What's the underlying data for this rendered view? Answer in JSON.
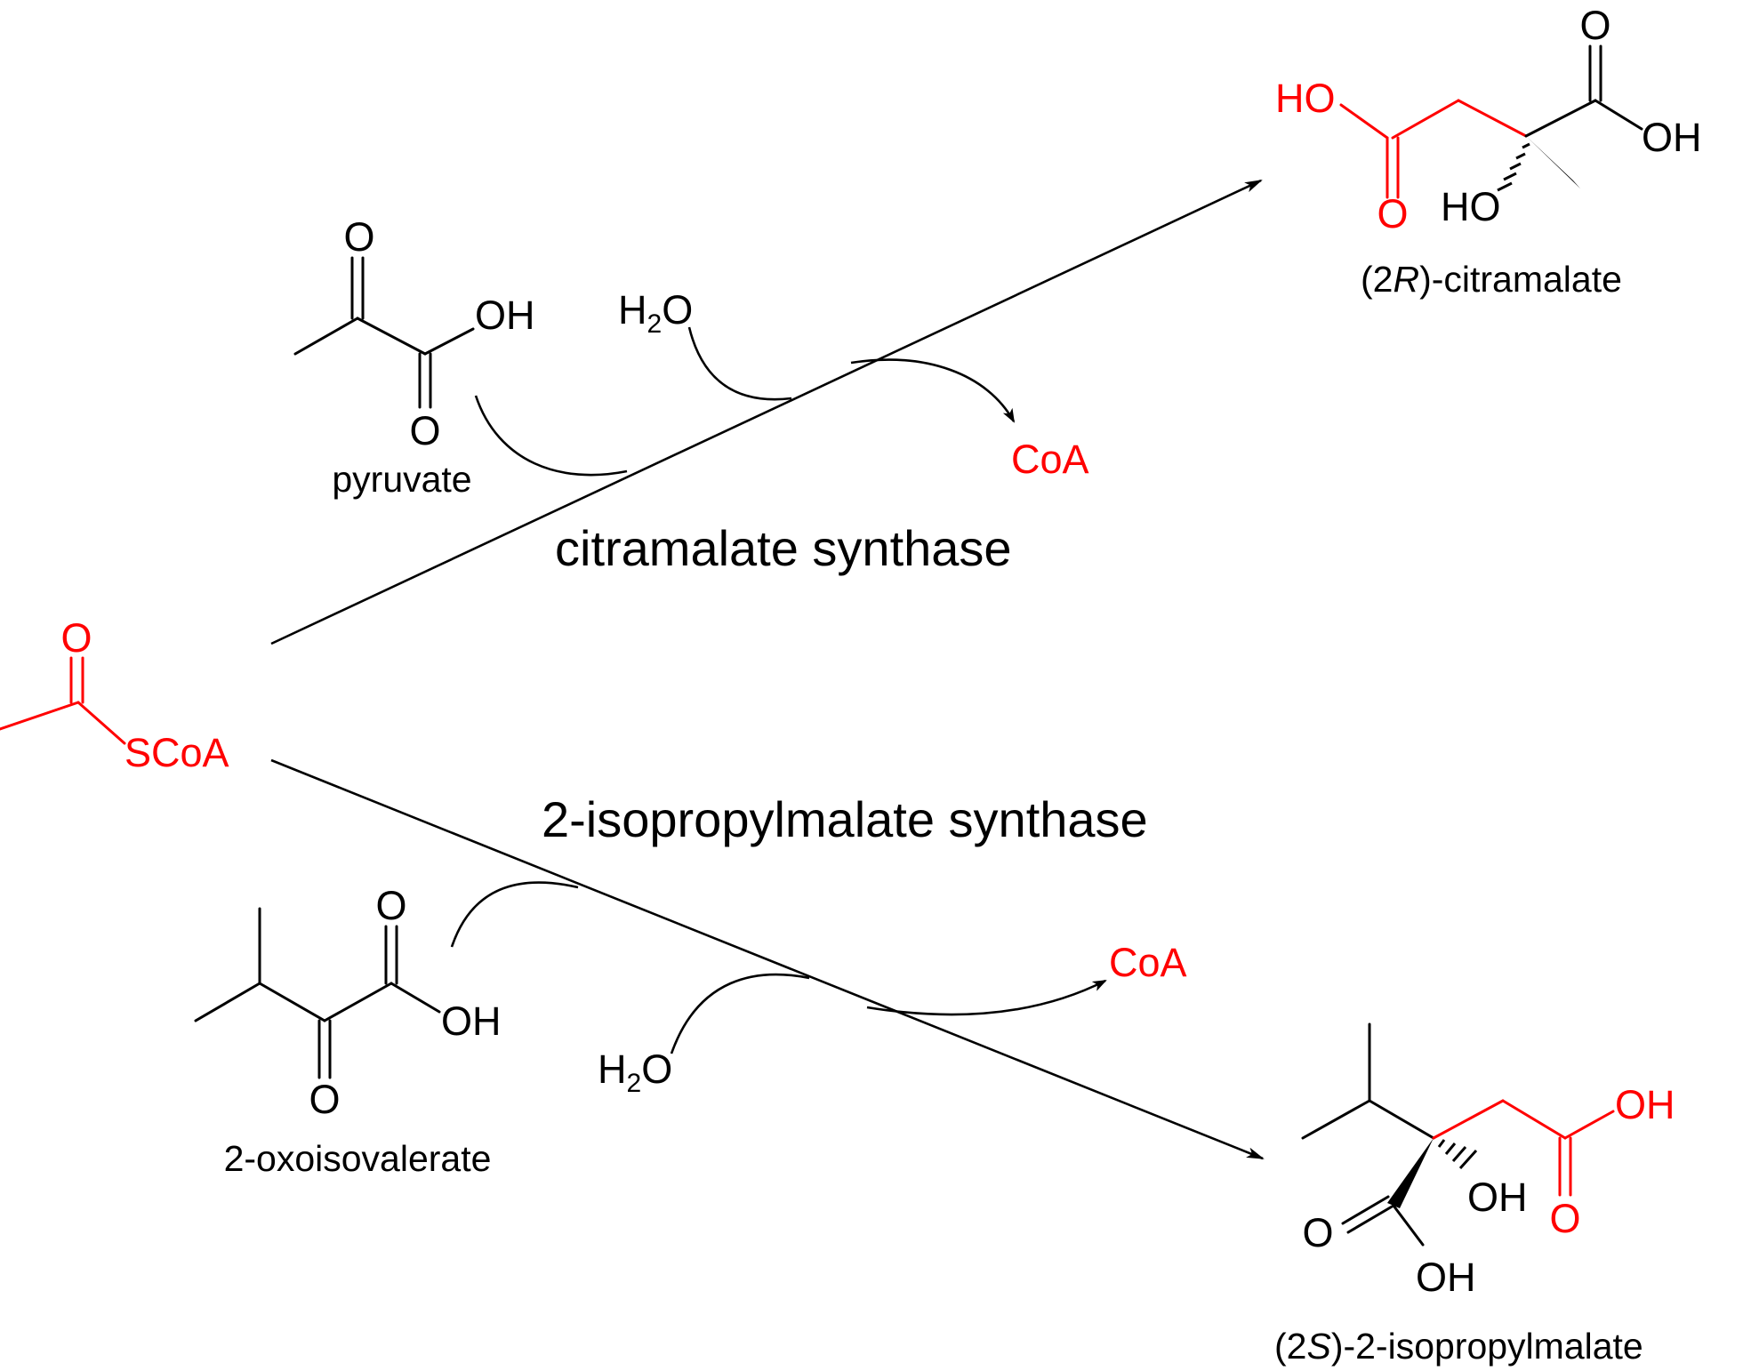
{
  "colors": {
    "highlight": "#ff0000",
    "ink": "#000000"
  },
  "compounds": {
    "acetyl_coa": {
      "group": "SCoA",
      "o": "O"
    },
    "pyruvate": {
      "name": "pyruvate",
      "o_top": "O",
      "o_bottom": "O",
      "oh": "OH"
    },
    "citramalate": {
      "name_prefix": "(2",
      "name_italic": "R",
      "name_suffix": ")-citramalate",
      "ho_left": "HO",
      "o_left": "O",
      "o_top": "O",
      "oh_right": "OH",
      "ho_bottom": "HO"
    },
    "oxoisovalerate": {
      "name": "2-oxoisovalerate",
      "o_top": "O",
      "o_bottom": "O",
      "oh": "OH"
    },
    "isopropylmalate": {
      "name_prefix": "(2",
      "name_italic": "S",
      "name_suffix": ")-2-isopropylmalate",
      "oh_top": "OH",
      "o_right": "O",
      "oh_mid": "OH",
      "o_left": "O",
      "oh_bottom": "OH"
    }
  },
  "reactions": {
    "upper": {
      "enzyme": "citramalate synthase",
      "water": "H",
      "water_sub": "2",
      "water_o": "O",
      "coa": "CoA"
    },
    "lower": {
      "enzyme": "2-isopropylmalate synthase",
      "water": "H",
      "water_sub": "2",
      "water_o": "O",
      "coa": "CoA"
    }
  }
}
